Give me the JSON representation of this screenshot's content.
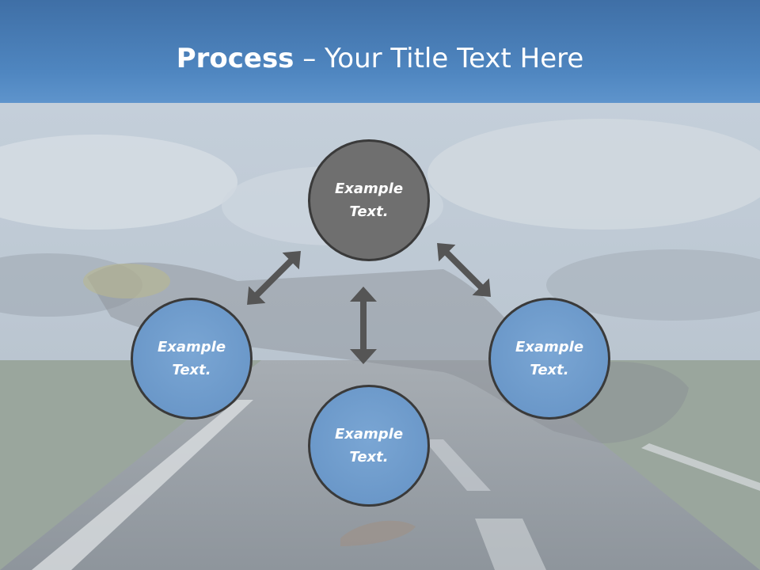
{
  "title": {
    "bold": "Process",
    "rest": " – Your Title Text Here"
  },
  "nodes": {
    "top": "Example Text.",
    "left": "Example Text.",
    "right": "Example Text.",
    "bottom": "Example Text."
  },
  "colors": {
    "title_band": "#4f86c0",
    "top_node": "#6f6f6f",
    "blue_node": "#6b98c9",
    "arrow": "#555555"
  },
  "icons": [
    "double-arrow-icon"
  ]
}
